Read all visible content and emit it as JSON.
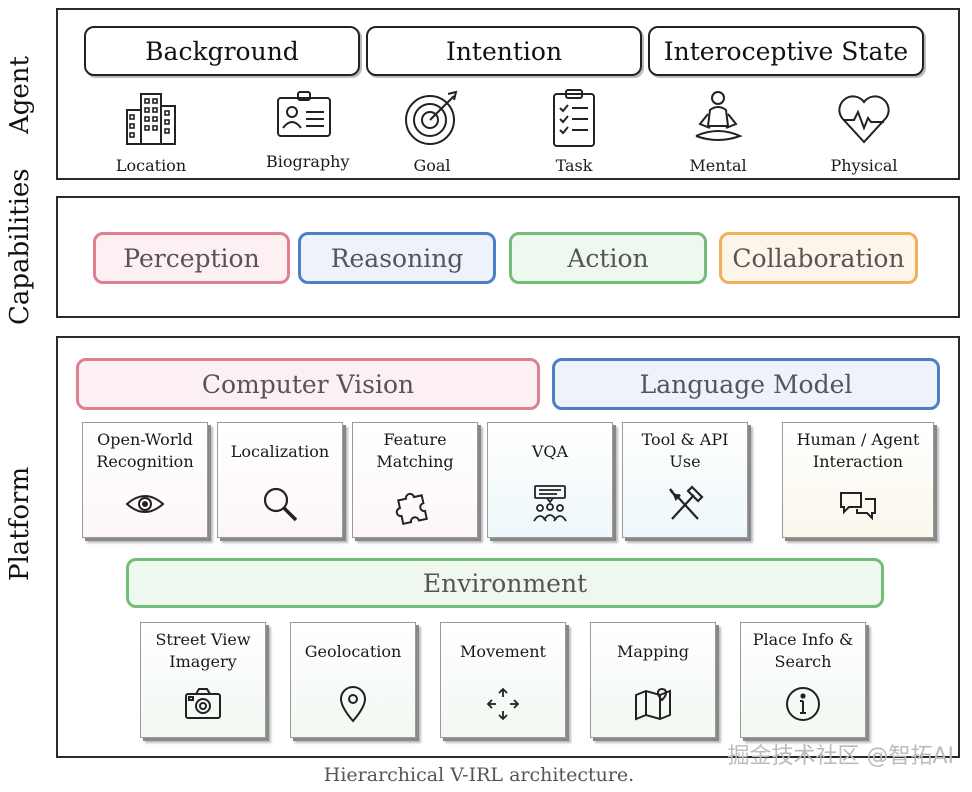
{
  "agent": {
    "label": "Agent",
    "pills": [
      "Background",
      "Intention",
      "Interoceptive State"
    ],
    "icons": [
      {
        "label": "Location",
        "icon": "buildings-icon"
      },
      {
        "label": "Biography",
        "icon": "id-card-icon"
      },
      {
        "label": "Goal",
        "icon": "target-icon"
      },
      {
        "label": "Task",
        "icon": "checklist-icon"
      },
      {
        "label": "Mental",
        "icon": "meditation-icon"
      },
      {
        "label": "Physical",
        "icon": "heartbeat-icon"
      }
    ]
  },
  "capabilities": {
    "label": "Capabilities",
    "pills": [
      "Perception",
      "Reasoning",
      "Action",
      "Collaboration"
    ]
  },
  "platform": {
    "label": "Platform",
    "computer_vision": "Computer Vision",
    "language_model": "Language Model",
    "model_tiles": [
      {
        "l1": "Open-World",
        "l2": "Recognition",
        "icon": "eye-icon"
      },
      {
        "l1": "Localization",
        "l2": "",
        "icon": "magnifier-icon"
      },
      {
        "l1": "Feature",
        "l2": "Matching",
        "icon": "puzzle-icon"
      },
      {
        "l1": "VQA",
        "l2": "",
        "icon": "group-question-icon"
      },
      {
        "l1": "Tool & API",
        "l2": "Use",
        "icon": "tools-icon"
      },
      {
        "l1": "Human / Agent",
        "l2": "Interaction",
        "icon": "chat-icon"
      }
    ],
    "environment": "Environment",
    "env_tiles": [
      {
        "l1": "Street View",
        "l2": "Imagery",
        "icon": "camera-icon"
      },
      {
        "l1": "Geolocation",
        "l2": "",
        "icon": "pin-icon"
      },
      {
        "l1": "Movement",
        "l2": "",
        "icon": "move-arrows-icon"
      },
      {
        "l1": "Mapping",
        "l2": "",
        "icon": "map-icon"
      },
      {
        "l1": "Place Info &",
        "l2": "Search",
        "icon": "info-icon"
      }
    ]
  },
  "caption": "Hierarchical V-IRL architecture.",
  "watermark": "掘金技术社区 @智拓AI"
}
